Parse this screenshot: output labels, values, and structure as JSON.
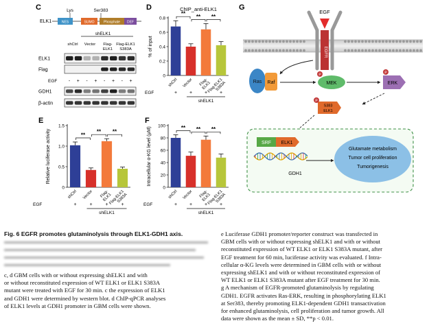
{
  "panel_c": {
    "letter": "C",
    "mod_lys": "Lys",
    "mod_ser": "Ser383",
    "protein": "ELK1",
    "domains": [
      "NES",
      "SUMO",
      "Phosphate",
      "DEF"
    ],
    "shelk1_label": "shELK1",
    "lanes": [
      "shCtrl",
      "Vector",
      "Flag-\nELK1",
      "Flag-ELK1\nS383A"
    ],
    "blots": [
      "ELK1",
      "Flag",
      "GDH1",
      "β-actin"
    ],
    "egf_label": "EGF",
    "egf_signs": [
      "-",
      "+",
      "-",
      "+",
      "-",
      "+",
      "-",
      "+"
    ]
  },
  "panel_g": {
    "letter": "G",
    "egf": "EGF",
    "egfr": "EGFR",
    "ras": "Ras",
    "raf": "Raf",
    "mek": "MEK",
    "erk": "ERK",
    "phospho": "P",
    "s383": "S383",
    "elk1": "ELK1",
    "srf": "SRF",
    "gdh1": "GDH1",
    "outcomes": [
      "Glutamate metabolism",
      "Tumor cell proliferation",
      "Tumorigenesis"
    ]
  },
  "caption": {
    "title": "Fig. 6 EGFR promotes glutaminolysis through ELK1-GDH1 axis.",
    "left_tail": [
      "c, d GBM cells with or without expressing shELK1 and with",
      "or without reconstituted expression of WT ELK1 or ELK1 S383A",
      "mutant were treated with EGF for 30 min. c the expression of ELK1",
      "and GDH1 were determined by western blot. d ChIP-qPCR analyses",
      "of ELK1 levels at GDH1 promoter in GBM cells were shown."
    ],
    "right": [
      "e Luciferase GDH1 promoter/reporter construct was transfected in",
      "GBM cells with or without expressing shELK1 and with or without",
      "reconstituted expression of WT ELK1 or ELK1 S383A mutant, after",
      "EGF treatment for 60 min, luciferase activity was evaluated. f Intra-",
      "cellular α-KG levels were determined in GBM cells with or without",
      "expressing shELK1 and with or without reconstituted expression of",
      "WT ELK1 or ELK1 S383A mutant after EGF treatment for 30 min.",
      "g A mechanism of EGFR-promoted glutaminolysis by regulating",
      "GDH1. EGFR activates Ras-ERK, resulting in phosphorylating ELK1",
      "at Ser383, thereby promoting ELK1-dependent GDH1 transactivation",
      "for enhanced glutaminolysis, cell proliferation and tumor growth. All",
      "data were shown as the mean ± SD, **p < 0.01."
    ]
  },
  "chart_data": [
    {
      "id": "D",
      "type": "bar",
      "letter": "D",
      "title": "ChIP_anti-ELK1",
      "ylabel": "% of input",
      "ylim": [
        0,
        0.8
      ],
      "yticks": [
        "0",
        "0.2",
        "0.4",
        "0.6",
        "0.8"
      ],
      "categories": [
        "shCtrl",
        "Vector",
        "Flag-\nELK1",
        "Flag-ELK1\nS383A"
      ],
      "values": [
        0.68,
        0.4,
        0.64,
        0.42
      ],
      "errors": [
        0.08,
        0.04,
        0.08,
        0.05
      ],
      "colors": [
        "#2e3f97",
        "#d7302a",
        "#f37a3b",
        "#b7c63a"
      ],
      "sig": [
        "**",
        "**",
        "**"
      ],
      "egf_label": "EGF",
      "egf_signs": [
        "+",
        "+",
        "+",
        "+"
      ],
      "shelk1_label": "shELK1"
    },
    {
      "id": "E",
      "type": "bar",
      "letter": "E",
      "title": "",
      "ylabel": "Relative luciferase activity",
      "ylim": [
        0,
        1.5
      ],
      "yticks": [
        "0",
        "0.5",
        "1.0",
        "1.5"
      ],
      "categories": [
        "shCtrl",
        "Vector",
        "Flag-\nELK1",
        "Flag-ELK1\nS383A"
      ],
      "values": [
        1.02,
        0.42,
        1.12,
        0.45
      ],
      "errors": [
        0.08,
        0.05,
        0.06,
        0.04
      ],
      "colors": [
        "#2e3f97",
        "#d7302a",
        "#f37a3b",
        "#b7c63a"
      ],
      "sig": [
        "**",
        "**",
        "**"
      ],
      "egf_label": "EGF",
      "egf_signs": [
        "+",
        "+",
        "+",
        "+"
      ],
      "shelk1_label": "shELK1"
    },
    {
      "id": "F",
      "type": "bar",
      "letter": "F",
      "title": "",
      "ylabel": "Intracellular α-KG level (μM)",
      "ylim": [
        0,
        100
      ],
      "yticks": [
        "0",
        "20",
        "40",
        "60",
        "80",
        "100"
      ],
      "categories": [
        "shCtrl",
        "Vector",
        "Flag-\nELK1",
        "Flag-ELK1\nS383A"
      ],
      "values": [
        80,
        51,
        77,
        48
      ],
      "errors": [
        5,
        6,
        6,
        6
      ],
      "colors": [
        "#2e3f97",
        "#d7302a",
        "#f37a3b",
        "#b7c63a"
      ],
      "sig": [
        "**",
        "**",
        "**"
      ],
      "egf_label": "EGF",
      "egf_signs": [
        "+",
        "+",
        "+",
        "+"
      ],
      "shelk1_label": "shELK1"
    }
  ]
}
